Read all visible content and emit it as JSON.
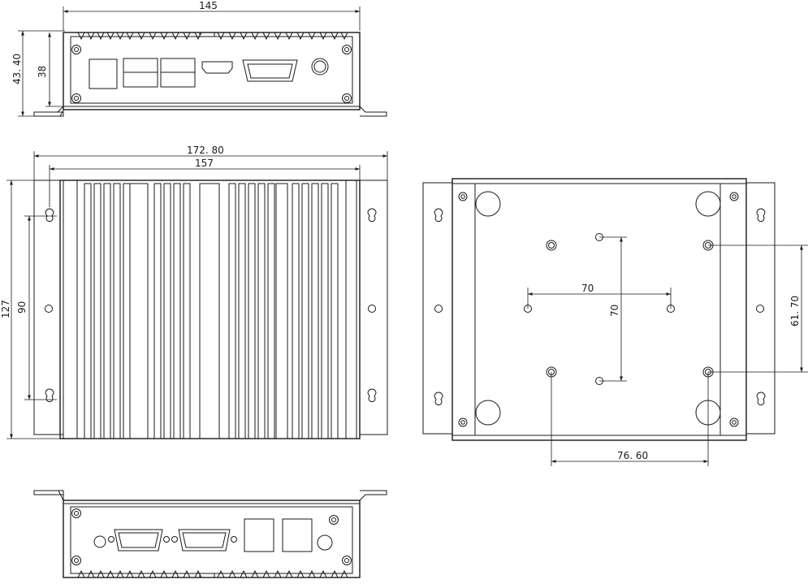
{
  "dimensions": {
    "top_view_width": "145",
    "top_view_outer_height": "43. 40",
    "top_view_inner_height": "38",
    "front_outer_width": "172. 80",
    "front_inner_width": "157",
    "front_outer_height": "127",
    "front_hole_spacing": "90",
    "bottom_vesa_horizontal": "70",
    "bottom_vesa_vertical": "70",
    "bottom_mount_horizontal": "76. 60",
    "bottom_mount_vertical": "61. 70"
  }
}
